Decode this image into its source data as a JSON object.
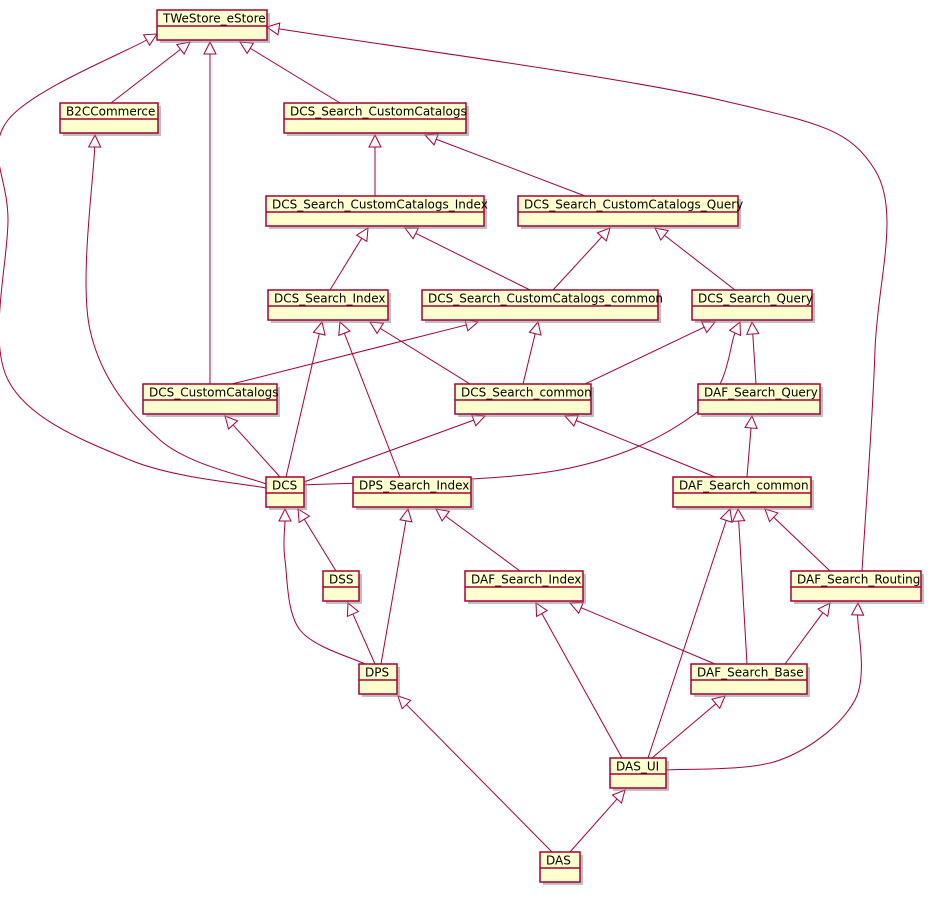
{
  "colors": {
    "node_fill": "#FEFECE",
    "node_border": "#A80036",
    "edge": "#A80036",
    "background": "#FFFFFF"
  },
  "nodes": [
    {
      "id": "twestore",
      "label": "TWeStore_eStore"
    },
    {
      "id": "b2c",
      "label": "B2CCommerce"
    },
    {
      "id": "dcs_scc",
      "label": "DCS_Search_CustomCatalogs"
    },
    {
      "id": "dcs_scc_index",
      "label": "DCS_Search_CustomCatalogs_Index"
    },
    {
      "id": "dcs_scc_query",
      "label": "DCS_Search_CustomCatalogs_Query"
    },
    {
      "id": "dcs_search_index",
      "label": "DCS_Search_Index"
    },
    {
      "id": "dcs_scc_common",
      "label": "DCS_Search_CustomCatalogs_common"
    },
    {
      "id": "dcs_search_query",
      "label": "DCS_Search_Query"
    },
    {
      "id": "dcs_customcatalogs",
      "label": "DCS_CustomCatalogs"
    },
    {
      "id": "dcs_search_common",
      "label": "DCS_Search_common"
    },
    {
      "id": "daf_search_query",
      "label": "DAF_Search_Query"
    },
    {
      "id": "dcs",
      "label": "DCS"
    },
    {
      "id": "dps_search_index",
      "label": "DPS_Search_Index"
    },
    {
      "id": "daf_search_common",
      "label": "DAF_Search_common"
    },
    {
      "id": "dss",
      "label": "DSS"
    },
    {
      "id": "daf_search_index",
      "label": "DAF_Search_Index"
    },
    {
      "id": "daf_search_routing",
      "label": "DAF_Search_Routing"
    },
    {
      "id": "dps",
      "label": "DPS"
    },
    {
      "id": "daf_search_base",
      "label": "DAF_Search_Base"
    },
    {
      "id": "das_ui",
      "label": "DAS_UI"
    },
    {
      "id": "das",
      "label": "DAS"
    }
  ],
  "edges": [
    {
      "from": "b2c",
      "to": "twestore"
    },
    {
      "from": "dcs_scc",
      "to": "twestore"
    },
    {
      "from": "dcs_customcatalogs",
      "to": "twestore"
    },
    {
      "from": "dcs",
      "to": "twestore"
    },
    {
      "from": "daf_search_routing",
      "to": "twestore"
    },
    {
      "from": "dcs",
      "to": "b2c"
    },
    {
      "from": "dcs_scc_index",
      "to": "dcs_scc"
    },
    {
      "from": "dcs_scc_query",
      "to": "dcs_scc"
    },
    {
      "from": "dcs_search_index",
      "to": "dcs_scc_index"
    },
    {
      "from": "dcs_scc_common",
      "to": "dcs_scc_index"
    },
    {
      "from": "dcs_scc_common",
      "to": "dcs_scc_query"
    },
    {
      "from": "dcs_search_query",
      "to": "dcs_scc_query"
    },
    {
      "from": "dcs_customcatalogs",
      "to": "dcs_scc_common"
    },
    {
      "from": "dcs_search_common",
      "to": "dcs_scc_common"
    },
    {
      "from": "dcs_search_common",
      "to": "dcs_search_index"
    },
    {
      "from": "dcs",
      "to": "dcs_search_index"
    },
    {
      "from": "dps_search_index",
      "to": "dcs_search_index"
    },
    {
      "from": "dcs_search_common",
      "to": "dcs_search_query"
    },
    {
      "from": "dcs",
      "to": "dcs_search_query"
    },
    {
      "from": "daf_search_query",
      "to": "dcs_search_query"
    },
    {
      "from": "dcs",
      "to": "dcs_customcatalogs"
    },
    {
      "from": "dcs",
      "to": "dcs_search_common"
    },
    {
      "from": "daf_search_common",
      "to": "dcs_search_common"
    },
    {
      "from": "daf_search_common",
      "to": "daf_search_query"
    },
    {
      "from": "dss",
      "to": "dcs"
    },
    {
      "from": "dps",
      "to": "dcs"
    },
    {
      "from": "daf_search_index",
      "to": "dps_search_index"
    },
    {
      "from": "dps",
      "to": "dps_search_index"
    },
    {
      "from": "daf_search_routing",
      "to": "daf_search_common"
    },
    {
      "from": "daf_search_base",
      "to": "daf_search_common"
    },
    {
      "from": "das_ui",
      "to": "daf_search_common"
    },
    {
      "from": "dps",
      "to": "dss"
    },
    {
      "from": "daf_search_base",
      "to": "daf_search_index"
    },
    {
      "from": "das_ui",
      "to": "daf_search_index"
    },
    {
      "from": "daf_search_base",
      "to": "daf_search_routing"
    },
    {
      "from": "das_ui",
      "to": "daf_search_routing"
    },
    {
      "from": "das",
      "to": "dps"
    },
    {
      "from": "das_ui",
      "to": "daf_search_base"
    },
    {
      "from": "das",
      "to": "das_ui"
    }
  ]
}
